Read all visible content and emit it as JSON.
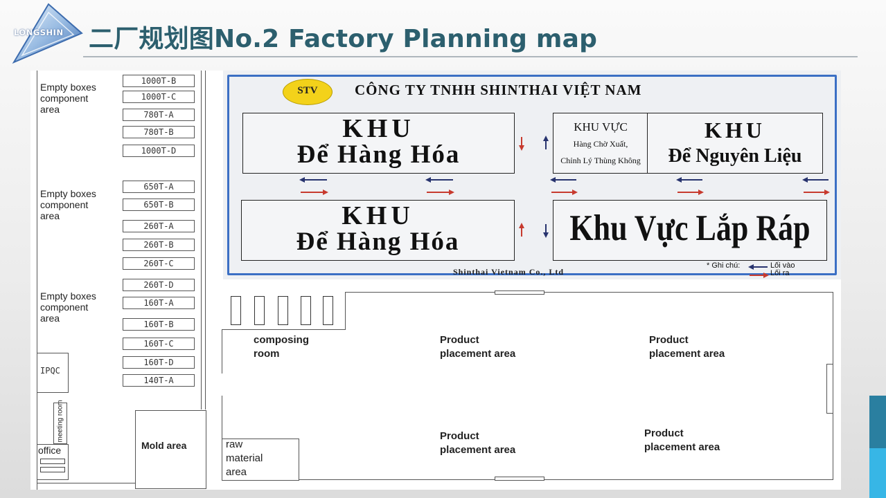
{
  "header": {
    "title": "二厂规划图No.2 Factory Planning map",
    "logo_text": "LONGSHIN"
  },
  "colors": {
    "title": "#2c5f6e",
    "accent_teal": "#2a7fa0",
    "accent_cyan": "#37b6e6",
    "sign_border": "#3b6fc4",
    "arrow_in": "#27336e",
    "arrow_out": "#c73a2e"
  },
  "plan": {
    "empty_boxes_labels": [
      "Empty boxes\ncomponent\narea",
      "Empty boxes\ncomponent\narea",
      "Empty boxes\ncomponent\narea"
    ],
    "machine_boxes": [
      "1000T-B",
      "1000T-C",
      "780T-A",
      "780T-B",
      "1000T-D",
      "650T-A",
      "650T-B",
      "260T-A",
      "260T-B",
      "260T-C",
      "260T-D",
      "160T-A",
      "160T-B",
      "160T-C",
      "160T-D",
      "140T-A"
    ],
    "ipqc": "IPQC",
    "meeting_room": "meeting room",
    "office": "office",
    "mold_area": "Mold area",
    "raw_material": "raw\nmaterial\narea",
    "composing_room": "composing\nroom",
    "product_areas": [
      "Product\nplacement area",
      "Product\nplacement area",
      "Product\nplacement area",
      "Product\nplacement area"
    ]
  },
  "sign": {
    "logo": "STV",
    "company": "CÔNG TY TNHH SHINTHAI VIỆT NAM",
    "box_top_left": {
      "line1": "KHU",
      "line2": "Để Hàng Hóa"
    },
    "box_waiting": {
      "line1": "KHU VỰC",
      "line2": "Hàng Chờ Xuất,",
      "line3": "Chỉnh Lý Thùng Không"
    },
    "box_material": {
      "line1": "KHU",
      "line2": "Để Nguyên Liệu"
    },
    "box_bottom_left": {
      "line1": "KHU",
      "line2": "Để Hàng Hóa"
    },
    "box_assembly": "Khu Vực Lắp Ráp",
    "footer": "Shinthai Vietnam Co., Ltd",
    "note_label": "* Ghi chú:",
    "legend_in": "Lối vào",
    "legend_out": "Lối ra"
  }
}
